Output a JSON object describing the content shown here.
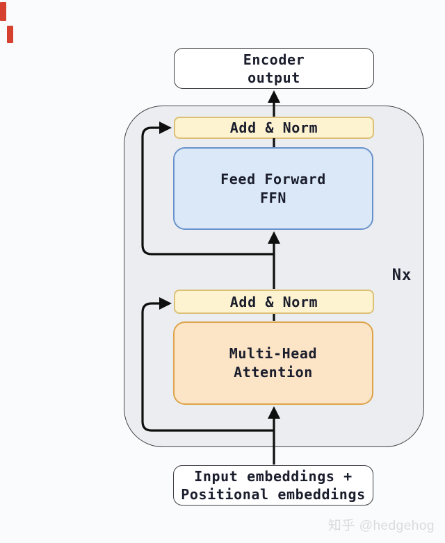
{
  "page": {
    "watermark": "知乎 @hedgehog"
  },
  "diagram": {
    "encoder_output": {
      "line1": "Encoder",
      "line2": "output"
    },
    "add_norm_top": {
      "label": "Add & Norm"
    },
    "feed_forward": {
      "line1": "Feed Forward",
      "line2": "FFN"
    },
    "loop_label": "Nx",
    "add_norm_bottom": {
      "label": "Add & Norm"
    },
    "attention": {
      "line1": "Multi-Head",
      "line2": "Attention"
    },
    "input_embeddings": {
      "line1": "Input embeddings +",
      "line2": "Positional embeddings"
    }
  },
  "colors": {
    "canvas_bg": "#fafbfd",
    "container_bg": "#ebedf0",
    "container_border": "#46464a",
    "add_norm_bg": "#fdf3d1",
    "add_norm_border": "#dcc076",
    "ffn_bg": "#dbe8f8",
    "ffn_border": "#6892cb",
    "attention_bg": "#fce4c6",
    "attention_border": "#dda449",
    "io_box_bg": "#ffffff",
    "io_box_border": "#3c3c40",
    "arrow": "#0f0f0f",
    "text": "#1a1d2c",
    "watermark": "#d9dadc",
    "red_mark": "#d6402f"
  }
}
